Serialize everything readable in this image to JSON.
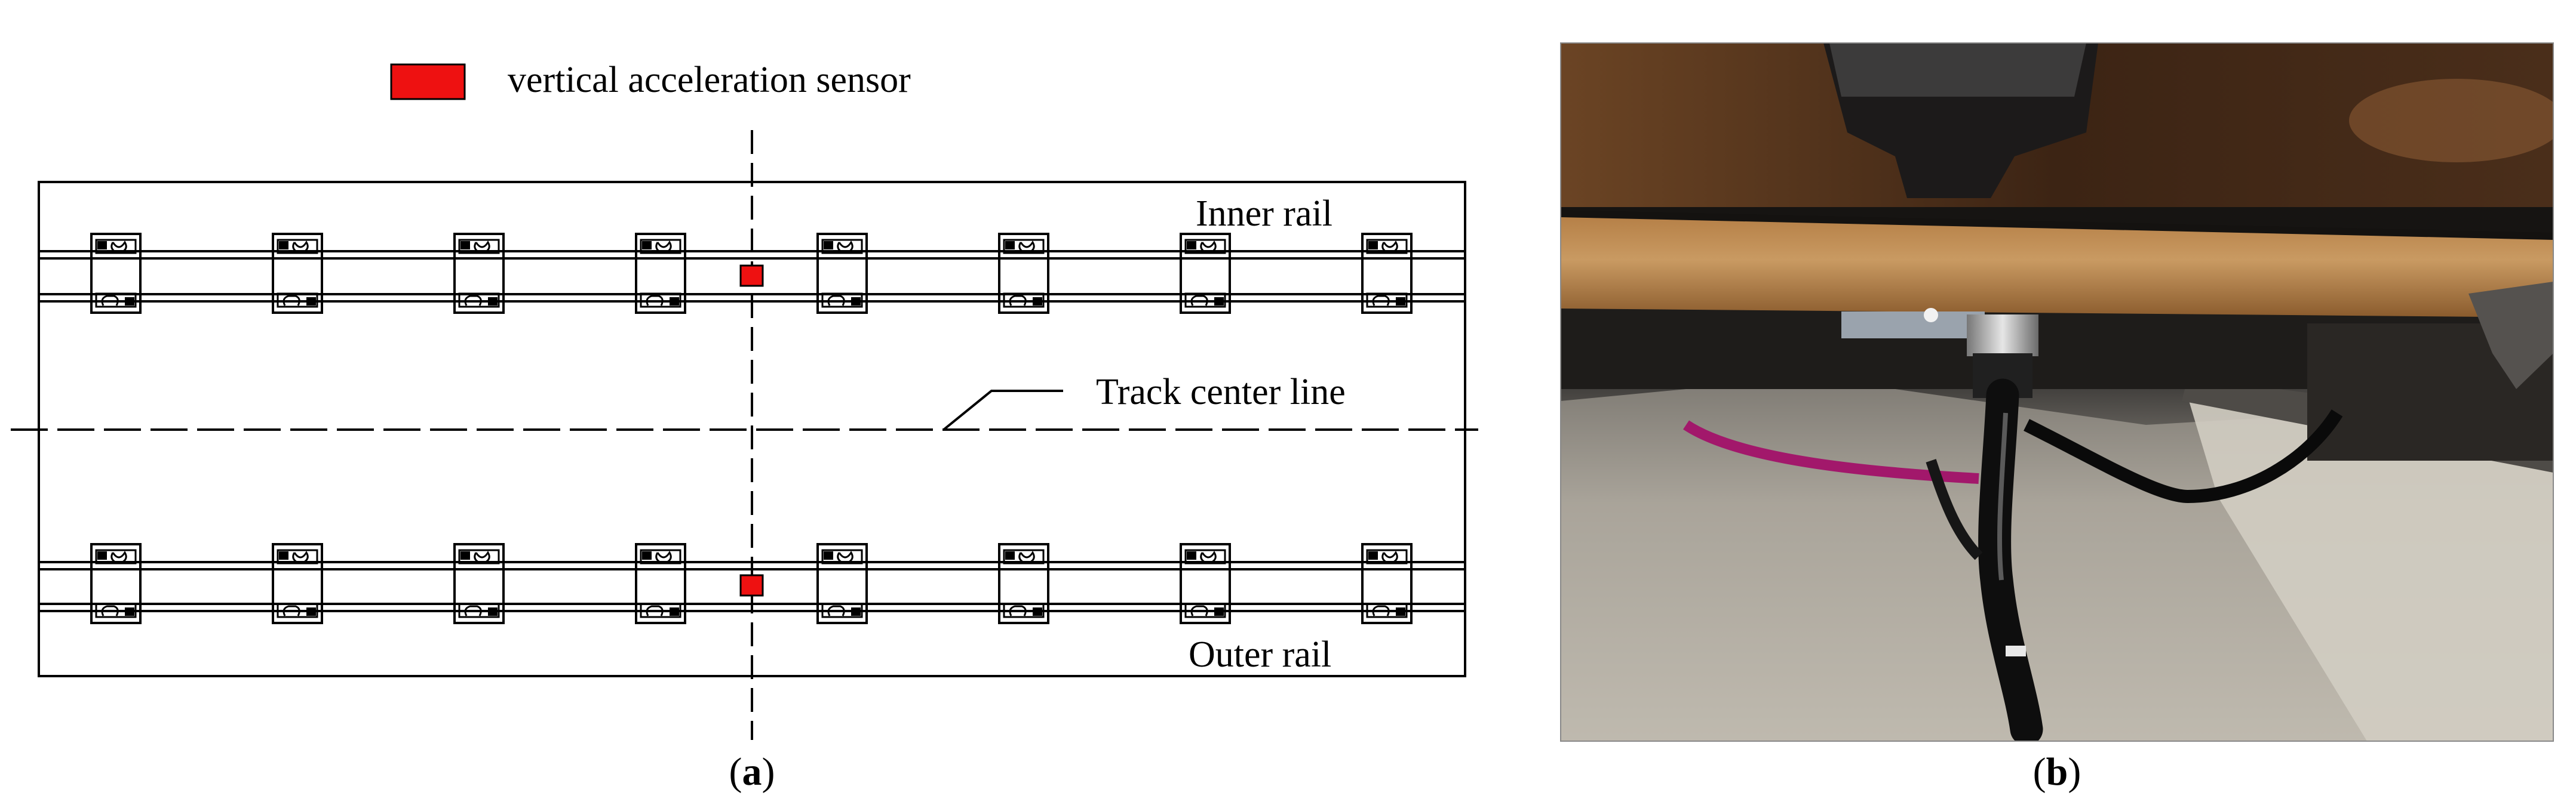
{
  "legend": {
    "label": "vertical acceleration sensor",
    "color": "#ee1111"
  },
  "panel_a": {
    "inner_rail_label": "Inner rail",
    "outer_rail_label": "Outer rail",
    "center_line_label": "Track center line",
    "caption_letter": "a",
    "fasteners_per_rail": 8,
    "sensors_per_rail": 1
  },
  "panel_b": {
    "caption_letter": "b",
    "photo_subject": "vertical acceleration sensor mounted under rusty steel plate"
  }
}
